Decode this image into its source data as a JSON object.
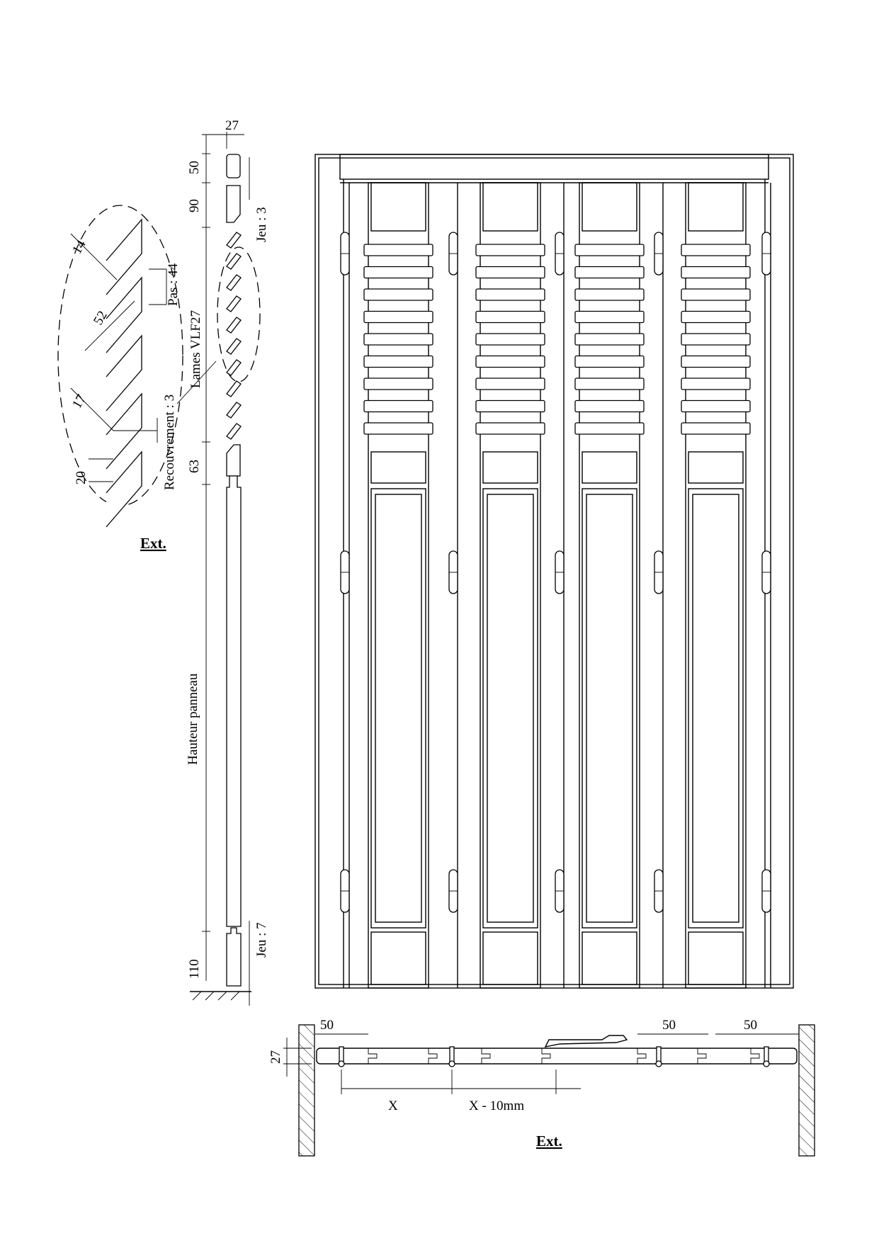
{
  "section_view": {
    "dims": {
      "thickness": "27",
      "top_rail": "50",
      "upper_block": "90",
      "gap_top": "Jeu : 3",
      "louvers": "Lames VLF27",
      "mid_rail": "63",
      "panel_height": "Hauteur panneau",
      "bottom_rail": "110",
      "gap_bottom": "Jeu : 7"
    },
    "detail": {
      "d14": "14",
      "pitch": "Pas : 44",
      "d52": "52",
      "d17": "17",
      "overlap": "Recouvrement : 3",
      "d20": "20"
    },
    "ext": "Ext."
  },
  "elevation": {
    "leaves": 4,
    "louvers_per_leaf": 9
  },
  "plan_view": {
    "d50_left": "50",
    "d50_mid": "50",
    "d50_right": "50",
    "thickness": "27",
    "x": "X",
    "x_minus": "X - 10mm",
    "ext": "Ext."
  }
}
